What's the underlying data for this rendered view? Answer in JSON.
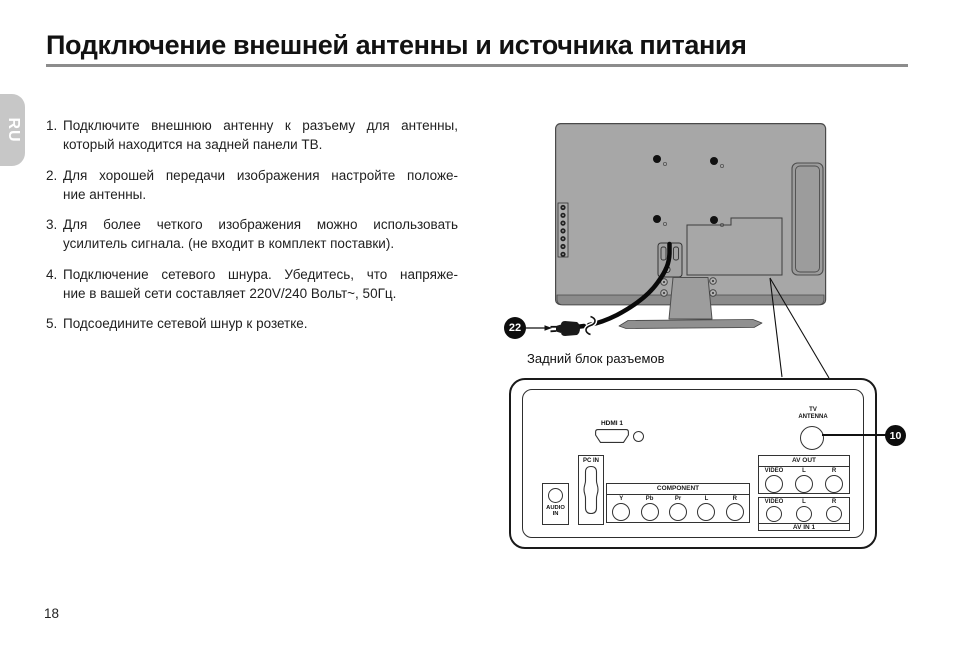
{
  "page": {
    "title": "Подключение внешней антенны и источника питания",
    "page_number": "18",
    "language_tab": "RU"
  },
  "instructions": {
    "items": [
      {
        "num": "1.",
        "line1": "Подключите внешнюю антенну к разъему для антенны,",
        "line2": "который находится на задней панели ТВ."
      },
      {
        "num": "2.",
        "line1": "Для хорошей передачи изображения настройте положе-",
        "line2": "ние антенны."
      },
      {
        "num": "3.",
        "line1": "Для более четкого изображения можно использовать",
        "line2": "усилитель сигнала. (не входит в комплект поставки)."
      },
      {
        "num": "4.",
        "line1": "Подключение сетевого шнура. Убедитесь, что напряже-",
        "line2": "ние в вашей сети составляет 220V/240 Вольт~, 50Гц."
      },
      {
        "num": "5.",
        "line1": "Подсоедините сетевой шнур к розетке.",
        "line2": ""
      }
    ]
  },
  "diagram": {
    "callout_22": "22",
    "callout_10": "10",
    "rear_block_label": "Задний блок разъемов",
    "colors": {
      "tv_body": "#a7a7a7",
      "tv_strip": "#8b8b8b",
      "badge": "#0d0d0d",
      "tab": "#c7c7c7"
    },
    "connectors": {
      "hdmi": "HDMI 1",
      "tv_antenna_line1": "TV",
      "tv_antenna_line2": "ANTENNA",
      "pc_in": "PC IN",
      "audio_in_line1": "AUDIO",
      "audio_in_line2": "IN",
      "component": {
        "title": "COMPONENT",
        "jacks": [
          "Y",
          "Pb",
          "Pr",
          "L",
          "R"
        ]
      },
      "av_out": {
        "title": "AV OUT",
        "jacks": [
          "VIDEO",
          "L",
          "R"
        ]
      },
      "av_in": {
        "title": "AV IN 1",
        "jacks": [
          "VIDEO",
          "L",
          "R"
        ]
      }
    }
  }
}
